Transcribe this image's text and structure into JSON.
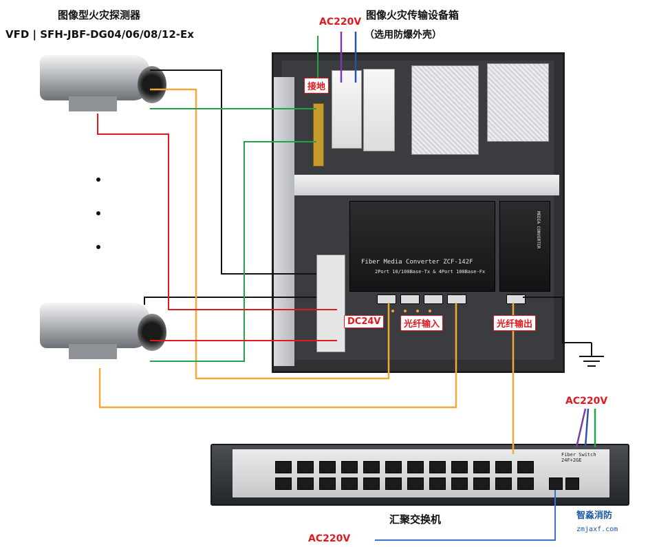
{
  "labels": {
    "detector_title": "图像型火灾探测器",
    "detector_model": "VFD | SFH-JBF-DG04/06/08/12-Ex",
    "box_title": "图像火灾传输设备箱",
    "box_subtitle": "（选用防爆外壳）",
    "ac_top": "AC220V",
    "ground": "接地",
    "dc24": "DC24V",
    "fiber_in": "光纤输入",
    "fiber_out": "光纤输出",
    "ac_right": "AC220V",
    "switch_name": "汇聚交换机",
    "ac_bottom": "AC220V"
  },
  "converter": {
    "line1": "Fiber Media Converter ZCF-142F",
    "line2": "2Port 10/100Base-Tx & 4Port 100Base-Fx",
    "side": "MEDIA CONVERTER"
  },
  "switch": {
    "model": "Fiber Switch 24F+2GE"
  },
  "logo": {
    "name": "智淼消防",
    "url": "zmjaxf.com"
  },
  "colors": {
    "black": "#111111",
    "orange": "#f2a93b",
    "green": "#21a34a",
    "red": "#e0191f",
    "purple": "#7b3aa8",
    "blue": "#2f4fb0",
    "fiber_blue": "#3b6fd1"
  }
}
